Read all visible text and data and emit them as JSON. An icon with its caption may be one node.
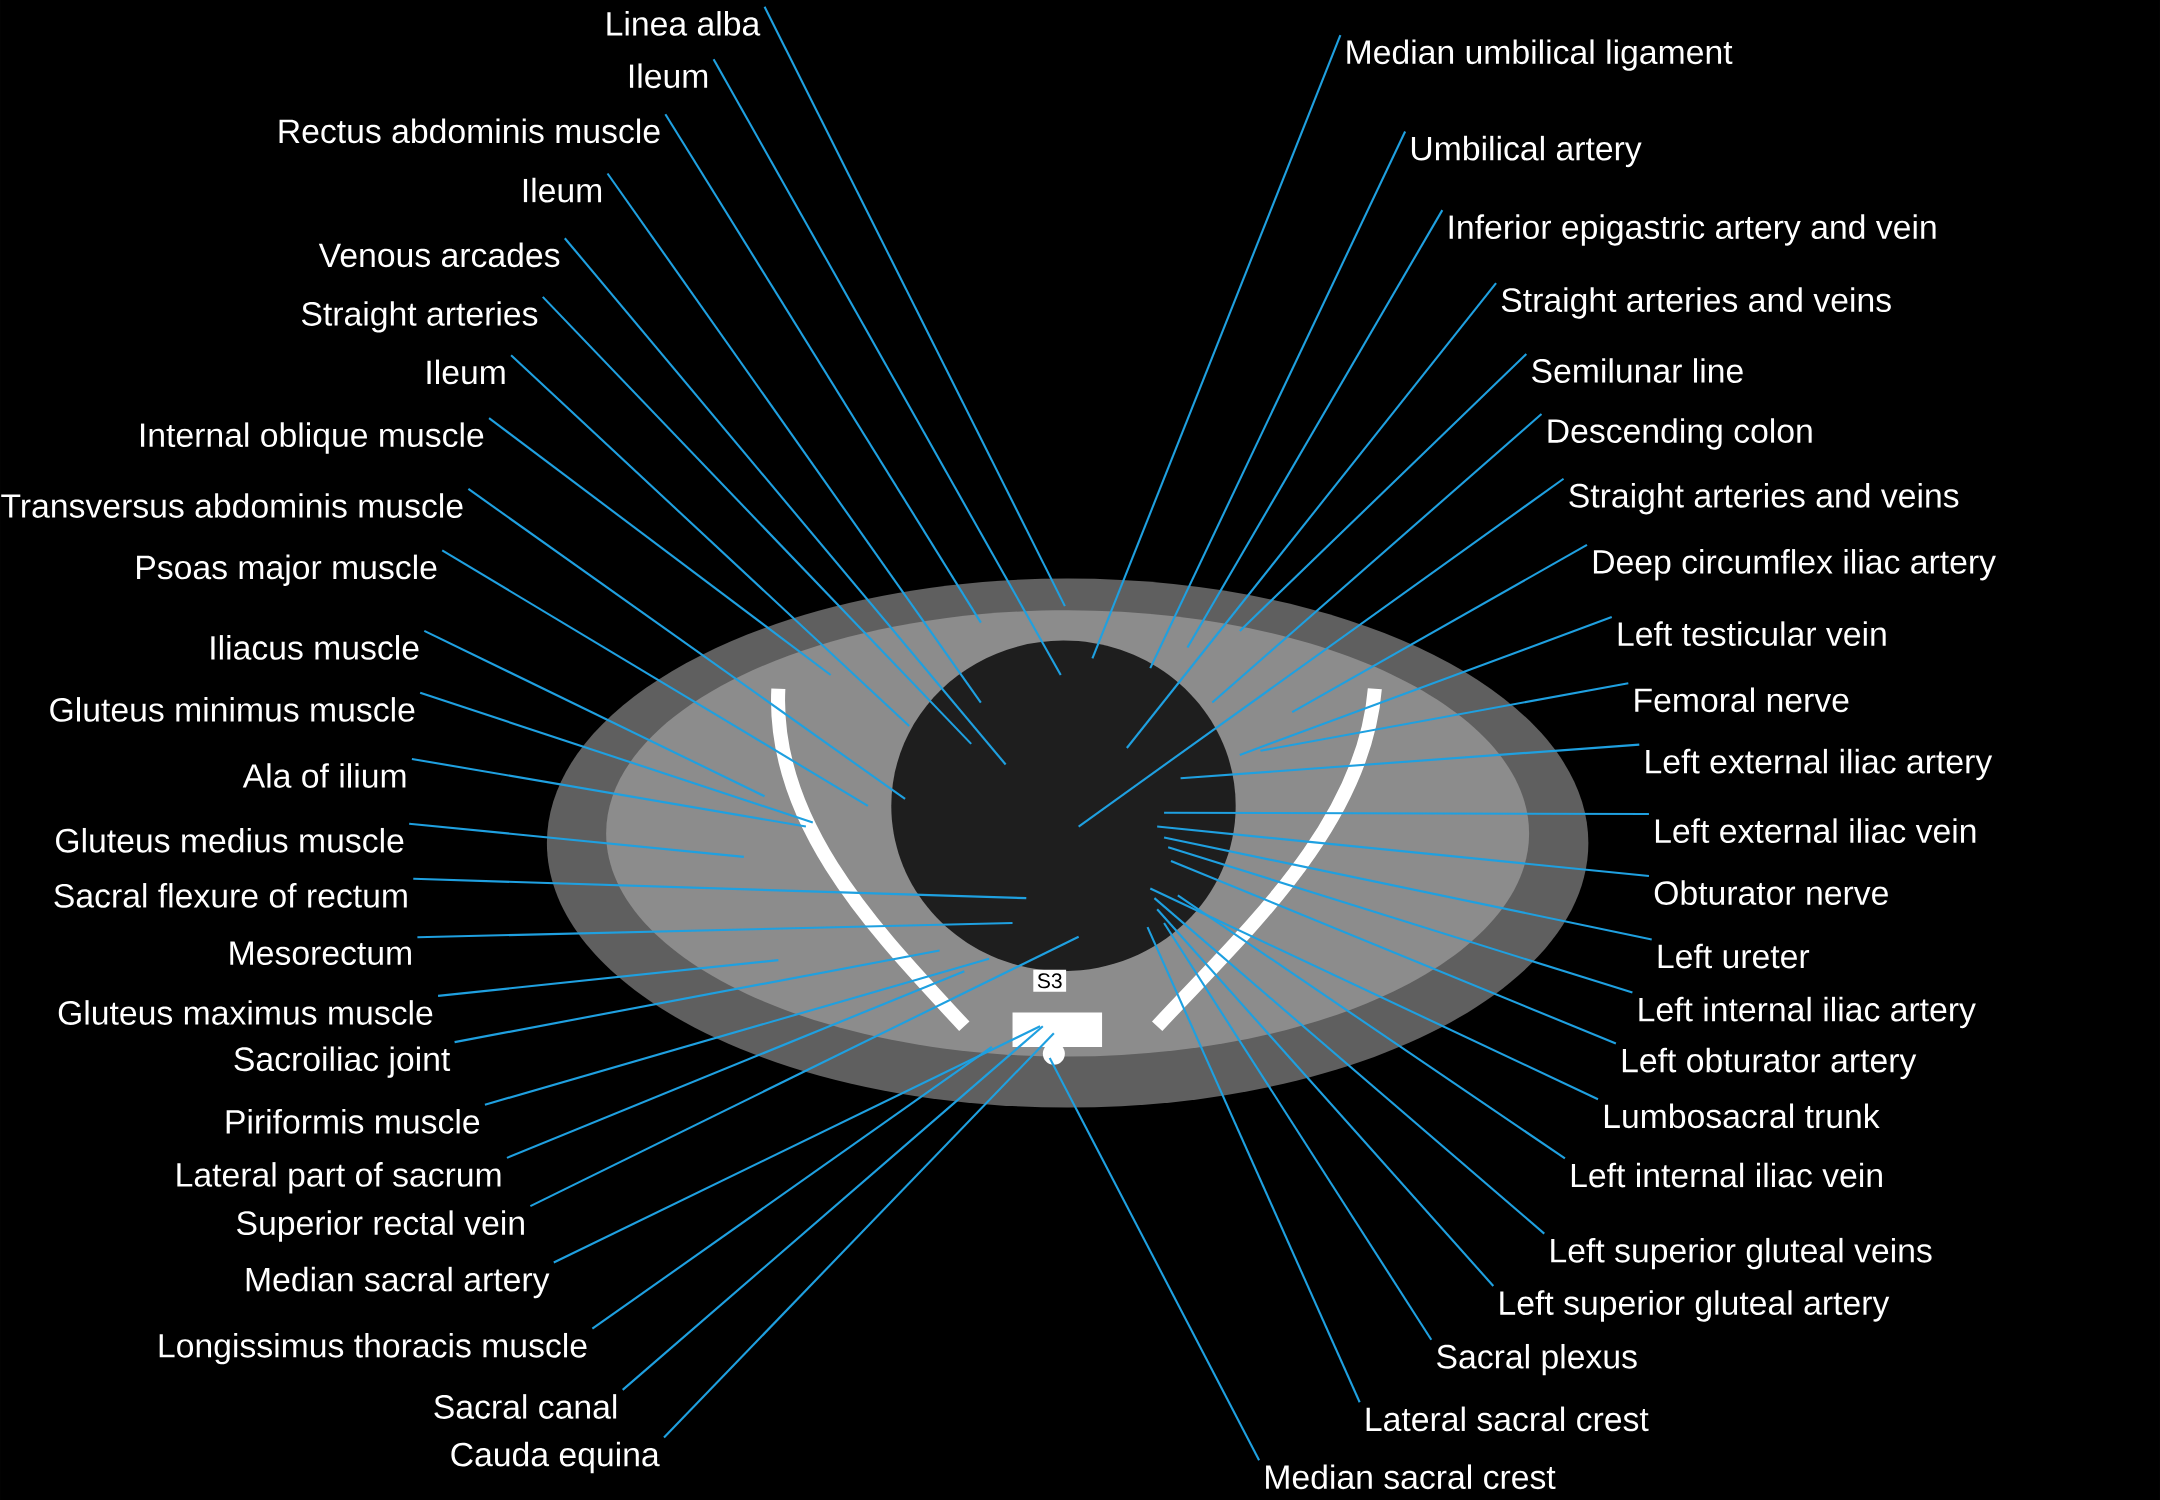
{
  "diagram": {
    "nodes": [
      {
        "text": [
          "Linea alba"
        ]
      },
      {
        "text": [
          "Ileum"
        ]
      },
      {
        "text": [
          "Rectus abdominis muscle"
        ]
      },
      {
        "text": [
          "Ileum"
        ]
      },
      {
        "text": [
          "Venous arcades"
        ]
      },
      {
        "text": [
          "Straight  arteries"
        ]
      },
      {
        "text": [
          "Ileum"
        ]
      },
      {
        "text": [
          "Internal oblique muscle"
        ]
      },
      {
        "text": [
          "Transversus abdominis muscle"
        ]
      },
      {
        "text": [
          "Psoas major muscle"
        ]
      },
      {
        "text": [
          "Iliacus muscle"
        ]
      },
      {
        "text": [
          "Gluteus minimus muscle"
        ]
      },
      {
        "text": [
          "Ala of ilium"
        ]
      },
      {
        "text": [
          "Gluteus medius muscle"
        ]
      },
      {
        "text": [
          "Sacral flexure of rectum"
        ]
      },
      {
        "text": [
          "Mesorectum"
        ]
      },
      {
        "text": [
          "Gluteus maximus muscle"
        ]
      },
      {
        "text": [
          "Sacroiliac joint"
        ]
      },
      {
        "text": [
          "Piriformis muscle"
        ]
      },
      {
        "text": [
          "Lateral part of sacrum"
        ]
      },
      {
        "text": [
          "Superior rectal vein"
        ]
      },
      {
        "text": [
          "Median sacral artery"
        ]
      },
      {
        "text": [
          "Longissimus thoracis muscle"
        ]
      },
      {
        "text": [
          "Sacral canal"
        ]
      },
      {
        "text": [
          "Cauda equina"
        ]
      },
      {
        "text": [
          "Median umbilical ligament"
        ]
      },
      {
        "text": [
          "Umbilical artery"
        ]
      },
      {
        "text": [
          "Inferior epigastric artery and vein"
        ]
      },
      {
        "text": [
          "Straight  arteries and veins"
        ]
      },
      {
        "text": [
          "Semilunar line"
        ]
      },
      {
        "text": [
          "Descending colon"
        ]
      },
      {
        "text": [
          "Straight  arteries and veins"
        ]
      },
      {
        "text": [
          "Deep circumflex iliac artery"
        ]
      },
      {
        "text": [
          "Left testicular vein"
        ]
      },
      {
        "text": [
          "Femoral nerve"
        ]
      },
      {
        "text": [
          "Left external iliac artery"
        ]
      },
      {
        "text": [
          "Left external iliac vein"
        ]
      },
      {
        "text": [
          "Obturator nerve"
        ]
      },
      {
        "text": [
          "Left ureter"
        ]
      },
      {
        "text": [
          "Left internal iliac artery"
        ]
      },
      {
        "text": [
          "Left obturator artery"
        ]
      },
      {
        "text": [
          "Lumbosacral trunk"
        ]
      },
      {
        "text": [
          "Left internal iliac vein"
        ]
      },
      {
        "text": [
          "Left superior gluteal veins"
        ]
      },
      {
        "text": [
          "Left superior gluteal artery"
        ]
      },
      {
        "text": [
          "Sacral plexus"
        ]
      },
      {
        "text": [
          "Lateral sacral crest"
        ]
      },
      {
        "text": [
          "Median sacral crest"
        ]
      }
    ],
    "edges": [
      {
        "from": 0,
        "to": null,
        "arrow": "none"
      },
      {
        "from": 1,
        "to": null,
        "arrow": "none"
      },
      {
        "from": 2,
        "to": null,
        "arrow": "none"
      },
      {
        "from": 3,
        "to": null,
        "arrow": "none"
      },
      {
        "from": 4,
        "to": null,
        "arrow": "none"
      },
      {
        "from": 5,
        "to": null,
        "arrow": "none"
      },
      {
        "from": 6,
        "to": null,
        "arrow": "none"
      },
      {
        "from": 7,
        "to": null,
        "arrow": "none"
      },
      {
        "from": 8,
        "to": null,
        "arrow": "none"
      },
      {
        "from": 9,
        "to": null,
        "arrow": "none"
      },
      {
        "from": 10,
        "to": null,
        "arrow": "none"
      },
      {
        "from": 11,
        "to": null,
        "arrow": "none"
      },
      {
        "from": 12,
        "to": null,
        "arrow": "none"
      },
      {
        "from": 13,
        "to": null,
        "arrow": "none"
      },
      {
        "from": 14,
        "to": null,
        "arrow": "none"
      },
      {
        "from": 15,
        "to": null,
        "arrow": "none"
      },
      {
        "from": 16,
        "to": null,
        "arrow": "none"
      },
      {
        "from": 17,
        "to": null,
        "arrow": "none"
      },
      {
        "from": 18,
        "to": null,
        "arrow": "none"
      },
      {
        "from": 19,
        "to": null,
        "arrow": "none"
      },
      {
        "from": 20,
        "to": null,
        "arrow": "none"
      },
      {
        "from": 21,
        "to": null,
        "arrow": "none"
      },
      {
        "from": 22,
        "to": null,
        "arrow": "none"
      },
      {
        "from": 23,
        "to": null,
        "arrow": "none"
      },
      {
        "from": 24,
        "to": null,
        "arrow": "none"
      },
      {
        "from": 25,
        "to": null,
        "arrow": "none"
      },
      {
        "from": 26,
        "to": null,
        "arrow": "none"
      },
      {
        "from": 27,
        "to": null,
        "arrow": "none"
      },
      {
        "from": 28,
        "to": null,
        "arrow": "none"
      },
      {
        "from": 29,
        "to": null,
        "arrow": "none"
      },
      {
        "from": 30,
        "to": null,
        "arrow": "none"
      },
      {
        "from": 31,
        "to": null,
        "arrow": "none"
      },
      {
        "from": 32,
        "to": null,
        "arrow": "none"
      },
      {
        "from": 33,
        "to": null,
        "arrow": "none"
      },
      {
        "from": 34,
        "to": null,
        "arrow": "none"
      },
      {
        "from": 35,
        "to": null,
        "arrow": "none"
      },
      {
        "from": 36,
        "to": null,
        "arrow": "none"
      },
      {
        "from": 37,
        "to": null,
        "arrow": "none"
      },
      {
        "from": 38,
        "to": null,
        "arrow": "none"
      },
      {
        "from": 39,
        "to": null,
        "arrow": "none"
      },
      {
        "from": 40,
        "to": null,
        "arrow": "none"
      },
      {
        "from": 41,
        "to": null,
        "arrow": "none"
      },
      {
        "from": 42,
        "to": null,
        "arrow": "none"
      },
      {
        "from": 43,
        "to": null,
        "arrow": "none"
      },
      {
        "from": 44,
        "to": null,
        "arrow": "none"
      },
      {
        "from": 45,
        "to": null,
        "arrow": "none"
      },
      {
        "from": 46,
        "to": null,
        "arrow": "none"
      },
      {
        "from": 47,
        "to": null,
        "arrow": "none"
      }
    ],
    "labels": [
      "S3"
    ]
  }
}
